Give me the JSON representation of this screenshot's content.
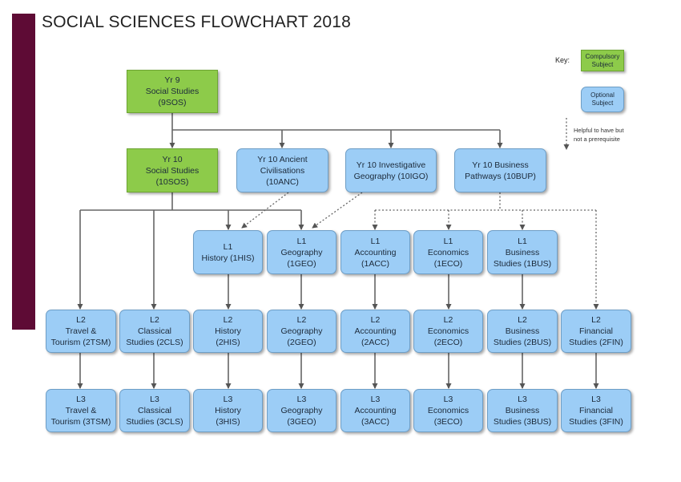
{
  "title": "SOCIAL SCIENCES FLOWCHART 2018",
  "key": {
    "label": "Key:",
    "compulsory": [
      "Compulsory",
      "Subject"
    ],
    "optional": [
      "Optional",
      "Subject"
    ],
    "helpful": [
      "Helpful to have but",
      "not a prerequisite"
    ]
  },
  "colors": {
    "sidebar": "#5e0b35",
    "compulsory": "#8dcb4a",
    "optional": "#9ccdf6",
    "line": "#555555"
  },
  "nodes": {
    "yr9_sos": [
      "Yr 9",
      "Social  Studies",
      "(9SOS)"
    ],
    "yr10_sos": [
      "Yr 10",
      "Social Studies",
      "(10SOS)"
    ],
    "yr10_anc": [
      "Yr 10 Ancient",
      "Civilisations",
      "(10ANC)"
    ],
    "yr10_igo": [
      "Yr 10 Investigative",
      "Geography (10IGO)"
    ],
    "yr10_bup": [
      "Yr 10 Business",
      "Pathways (10BUP)"
    ],
    "l1_his": [
      "L1",
      "History (1HIS)"
    ],
    "l1_geo": [
      "L1",
      "Geography",
      "(1GEO)"
    ],
    "l1_acc": [
      "L1",
      "Accounting",
      "(1ACC)"
    ],
    "l1_eco": [
      "L1",
      "Economics",
      "(1ECO)"
    ],
    "l1_bus": [
      "L1",
      "Business",
      "Studies (1BUS)"
    ],
    "l2_tsm": [
      "L2",
      "Travel &",
      "Tourism (2TSM)"
    ],
    "l2_cls": [
      "L2",
      "Classical",
      "Studies (2CLS)"
    ],
    "l2_his": [
      "L2",
      "History",
      "(2HIS)"
    ],
    "l2_geo": [
      "L2",
      "Geography",
      "(2GEO)"
    ],
    "l2_acc": [
      "L2",
      "Accounting",
      "(2ACC)"
    ],
    "l2_eco": [
      "L2",
      "Economics",
      "(2ECO)"
    ],
    "l2_bus": [
      "L2",
      "Business",
      "Studies (2BUS)"
    ],
    "l2_fin": [
      "L2",
      "Financial",
      "Studies (2FIN)"
    ],
    "l3_tsm": [
      "L3",
      "Travel &",
      "Tourism  (3TSM)"
    ],
    "l3_cls": [
      "L3",
      "Classical",
      "Studies (3CLS)"
    ],
    "l3_his": [
      "L3",
      "History",
      "(3HIS)"
    ],
    "l3_geo": [
      "L3",
      "Geography",
      "(3GEO)"
    ],
    "l3_acc": [
      "L3",
      "Accounting",
      "(3ACC)"
    ],
    "l3_eco": [
      "L3",
      "Economics",
      "(3ECO)"
    ],
    "l3_bus": [
      "L3",
      "Business",
      "Studies (3BUS)"
    ],
    "l3_fin": [
      "L3",
      "Financial",
      "Studies (3FIN)"
    ]
  }
}
